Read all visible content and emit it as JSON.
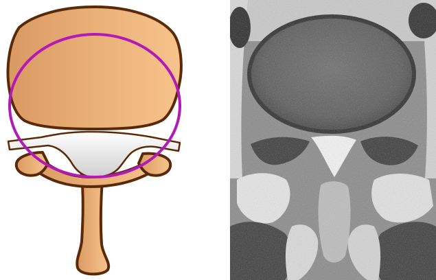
{
  "figure": {
    "panels": [
      {
        "id": "left",
        "kind": "schematic",
        "subject": "vertebra-axial-section"
      },
      {
        "id": "right",
        "kind": "mri",
        "subject": "lumbar-axial-mri"
      }
    ]
  },
  "colors": {
    "bone_light": "#F7C48C",
    "bone_mid": "#E9B078",
    "bone_dark": "#D99A62",
    "outline": "#5A2A08",
    "ring": "#B21AB8",
    "ligament": "#FFFFFF",
    "ligament_shade": "#CFCFCF",
    "mri_dark": "#1A1A1A",
    "mri_mid": "#7A7A7A",
    "mri_light": "#F2F2F2"
  },
  "icons": {
    "ring": "ring-outline-icon",
    "vertebra": "vertebra-shape-icon"
  }
}
